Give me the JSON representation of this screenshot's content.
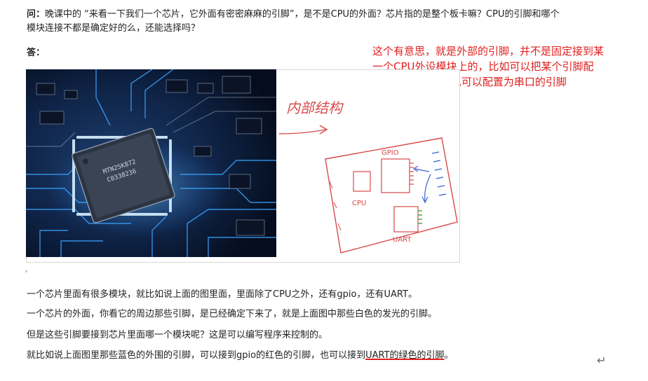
{
  "question": {
    "label": "问：",
    "line1": "晚课中的 “来看一下我们一个芯片，它外面有密密麻麻的引脚”，是不是CPU的外面？芯片指的是整个板卡嘛？CPU的引脚和哪个",
    "line2": "模块连接不都是确定好的么，还能选择吗？"
  },
  "answer_label": "答：",
  "red_note": "这个有意思，就是外部的引脚，并不是固定接到某一个CPU外设模块上的，比如可以把某个引脚配置为普通GPIO，也可以配置为串口的引脚",
  "figure": {
    "chip_text_1": "MTN25K872",
    "chip_text_2": "C0338236",
    "sketch_handwriting": "内部结构",
    "sketch_labels": {
      "cpu": "CPU",
      "gpio": "GPIO",
      "uart": "UART"
    }
  },
  "paragraphs": {
    "p1": "一个芯片里面有很多模块，就比如说上面的图里面，里面除了CPU之外，还有gpio，还有UART。",
    "p2": "一个芯片的外面，你看它的周边那些引脚，是已经确定下来了，就是上面图中那些白色的发光的引脚。",
    "p3": "但是这些引脚要接到芯片里面哪一个模块呢？这是可以编写程序来控制的。",
    "p4_a": "就比如说上面图里那些蓝色的外围的引脚，可以接到gpio的红色的引脚，也可以接到",
    "p4_b": "UART的绿色的引脚",
    "p4_c": "。"
  },
  "return_mark": "↵"
}
